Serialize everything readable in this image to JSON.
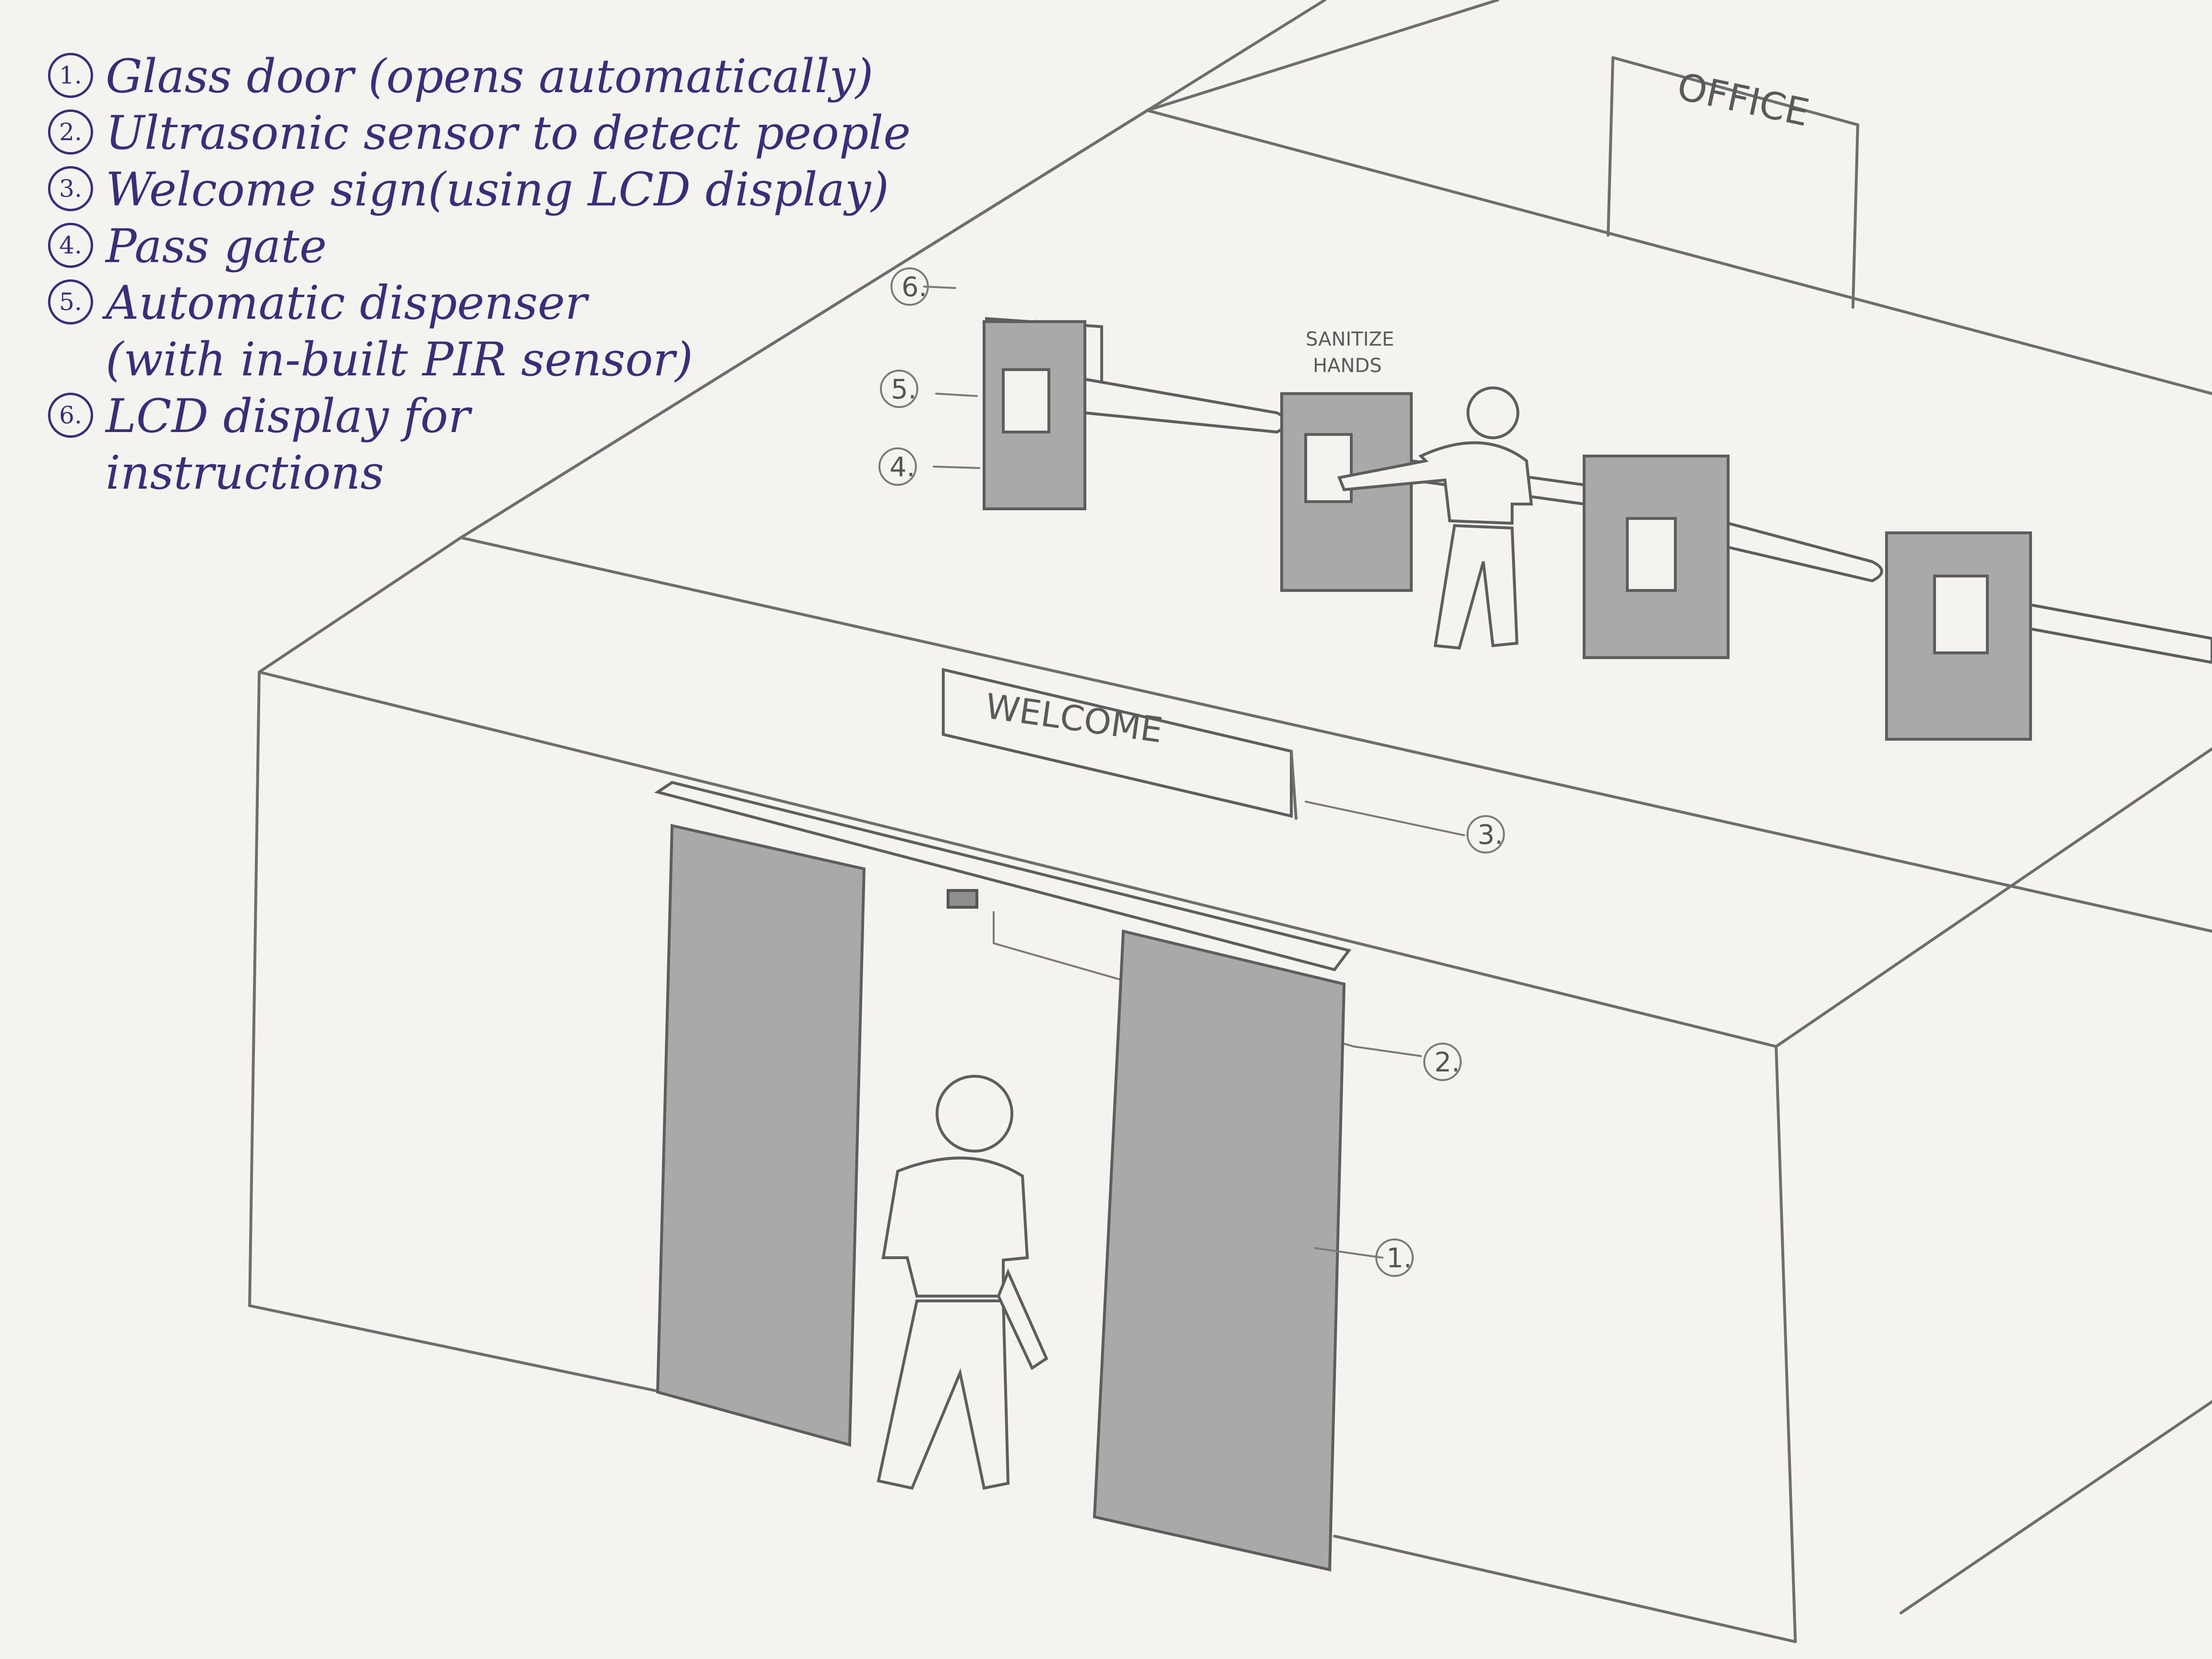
{
  "legend": [
    {
      "num": "1.",
      "text": "Glass door (opens automatically)"
    },
    {
      "num": "2.",
      "text": "Ultrasonic sensor to detect people"
    },
    {
      "num": "3.",
      "text": "Welcome sign(using LCD display)"
    },
    {
      "num": "4.",
      "text": "Pass gate"
    },
    {
      "num": "5.",
      "text": "Automatic dispenser\n(with in-built PIR sensor)"
    },
    {
      "num": "6.",
      "text": "LCD display for\ninstructions"
    }
  ],
  "labels": {
    "office": "OFFICE",
    "welcome": "WELCOME",
    "sanitize_line1": "SANITIZE",
    "sanitize_line2": "HANDS"
  },
  "callouts": {
    "c1": "1.",
    "c2": "2.",
    "c3": "3.",
    "c4": "4.",
    "c5": "5.",
    "c6": "6."
  },
  "colors": {
    "ink": "#3a2e7a",
    "pencil": "#6e6e6e",
    "paper": "#f4f3f0"
  }
}
